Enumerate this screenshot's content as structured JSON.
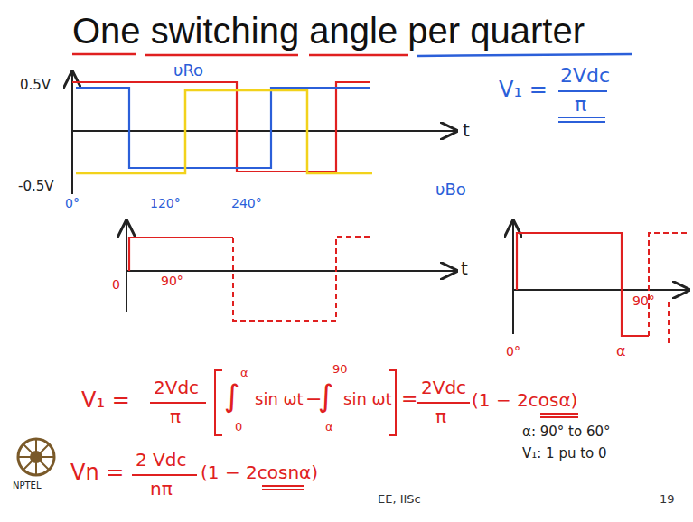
{
  "diagram": {
    "title": "One switching angle per quarter",
    "labels": [
      "0.5V",
      "-0.5V",
      "υRo",
      "t",
      "0°",
      "120°",
      "240°",
      "υBo",
      "V₁ =",
      "2Vdc",
      "π",
      "0",
      "90°",
      "t",
      "0°",
      "α",
      "90°",
      "V₁ =",
      "2Vdc",
      "π",
      "∫",
      "α",
      "0",
      "sin ωt",
      "−",
      "∫",
      "90",
      "α",
      "sin ωt",
      "=",
      "2Vdc",
      "π",
      "(1 − 2cosα)",
      "Vn =",
      "2 Vdc",
      "nπ",
      "(1 − 2cosnα)",
      "α: 90° to 60°",
      "V₁: 1 pu to 0",
      "EE, IISc",
      "19",
      "NPTEL"
    ]
  }
}
